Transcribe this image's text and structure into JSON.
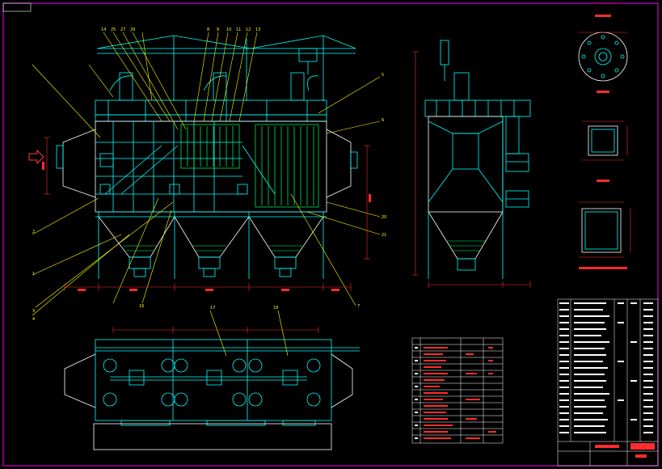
{
  "title": "",
  "colors": {
    "background": "#000000",
    "frame": "#ff00ff",
    "structure": "#00ffff",
    "outline": "#ffffff",
    "panels": "#00ff66",
    "leaders": "#ffff00",
    "dimensions": "#ff2d2d",
    "inlet_arrow": "#ff3b3b"
  },
  "callouts_top": [
    "14",
    "25",
    "27",
    "29",
    "8",
    "9",
    "10",
    "11",
    "12",
    "13"
  ],
  "callouts_left": [
    "1",
    "2",
    "3",
    "4"
  ],
  "callouts_right": [
    "5",
    "6",
    "7",
    "20",
    "21"
  ],
  "callout_bottom": [
    "16",
    "17",
    "18"
  ],
  "parts_table_title": "",
  "titleblock_text": ""
}
